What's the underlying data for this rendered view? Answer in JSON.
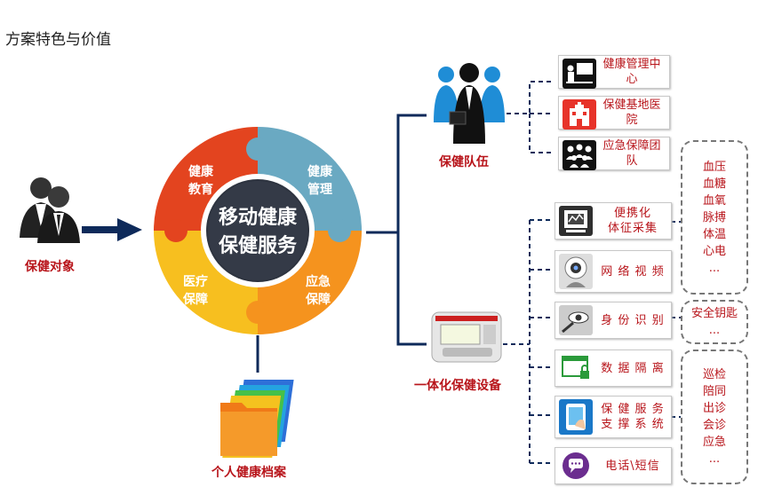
{
  "title": "方案特色与价值",
  "center": {
    "line1": "移动健康",
    "line2": "保健服务"
  },
  "ring": [
    {
      "label": "健康\n教育",
      "color": "#e3441f"
    },
    {
      "label": "健康\n管理",
      "color": "#6aa9c2"
    },
    {
      "label": "应急\n保障",
      "color": "#f5931e"
    },
    {
      "label": "医疗\n保障",
      "color": "#f7bf1f"
    }
  ],
  "service_target": "保健对象",
  "personal_records": "个人健康档案",
  "team": {
    "label": "保健队伍",
    "items": [
      {
        "label": "健康管理中心",
        "icon": "presentation-icon"
      },
      {
        "label": "保健基地医院",
        "icon": "hospital-icon"
      },
      {
        "label": "应急保障团队",
        "icon": "team-icon"
      }
    ]
  },
  "device": {
    "label": "一体化保健设备",
    "items": [
      {
        "label": "便携化\n体征采集",
        "icon": "monitor-icon"
      },
      {
        "label": "网 络 视 频",
        "icon": "webcam-icon"
      },
      {
        "label": "身 份 识 别",
        "icon": "eye-icon"
      },
      {
        "label": "数 据 隔 离",
        "icon": "lock-window-icon"
      },
      {
        "label": "保 健 服 务\n支 撑 系 统",
        "icon": "tablet-icon"
      },
      {
        "label": "电话\\短信",
        "icon": "phone-chat-icon"
      }
    ]
  },
  "vitals": [
    "血压",
    "血糖",
    "血氧",
    "脉搏",
    "体温",
    "心电",
    "..."
  ],
  "security": [
    "安全钥匙",
    "..."
  ],
  "services": [
    "巡检",
    "陪同",
    "出诊",
    "会诊",
    "应急",
    "..."
  ]
}
